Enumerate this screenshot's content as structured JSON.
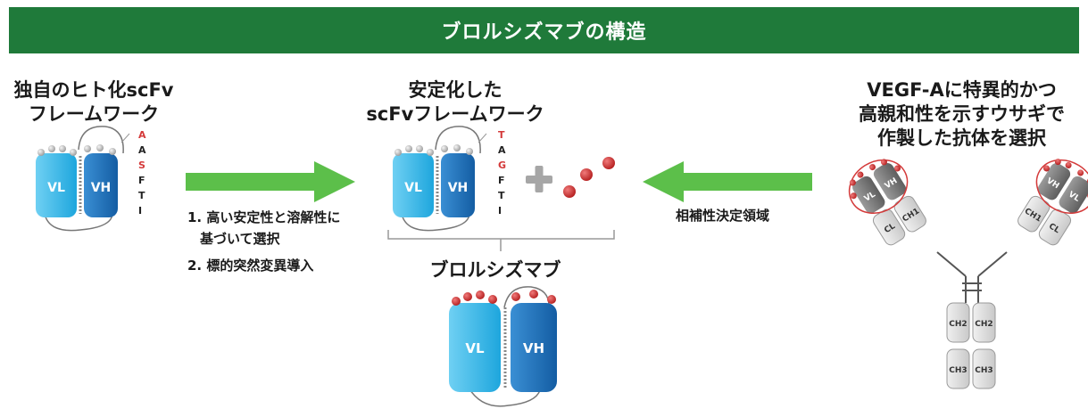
{
  "banner": {
    "title": "ブロルシズマブの構造"
  },
  "left": {
    "title_lines": [
      "独自のヒト化scFv",
      "フレームワーク"
    ],
    "residues": [
      "A",
      "A",
      "S",
      "F",
      "T",
      "I"
    ],
    "vl_label": "VL",
    "vh_label": "VH"
  },
  "steps": [
    "1. 高い安定性と溶解性に",
    "基づいて選択",
    "2. 標的突然変異導入"
  ],
  "middle": {
    "title_lines": [
      "安定化した",
      "scFvフレームワーク"
    ],
    "residues": [
      "T",
      "A",
      "G",
      "F",
      "T",
      "I"
    ],
    "vl_label": "VL",
    "vh_label": "VH"
  },
  "cdr_label": "相補性決定領域",
  "right": {
    "title_lines": [
      "VEGF-Aに特異的かつ",
      "高親和性を示すウサギで",
      "作製した抗体を選択"
    ],
    "domains": {
      "vl": "VL",
      "vh": "VH",
      "cl": "CL",
      "ch1": "CH1",
      "ch2": "CH2",
      "ch3": "CH3"
    }
  },
  "result": {
    "title": "ブロルシズマブ",
    "vl_label": "VL",
    "vh_label": "VH"
  },
  "colors": {
    "banner": "#1f7a3a",
    "arrow": "#5cbf4a",
    "vl": "#29b2e6",
    "vh": "#1a70b8",
    "cdr": "#d43a3a",
    "highlight_residue": "#d43a3a"
  }
}
